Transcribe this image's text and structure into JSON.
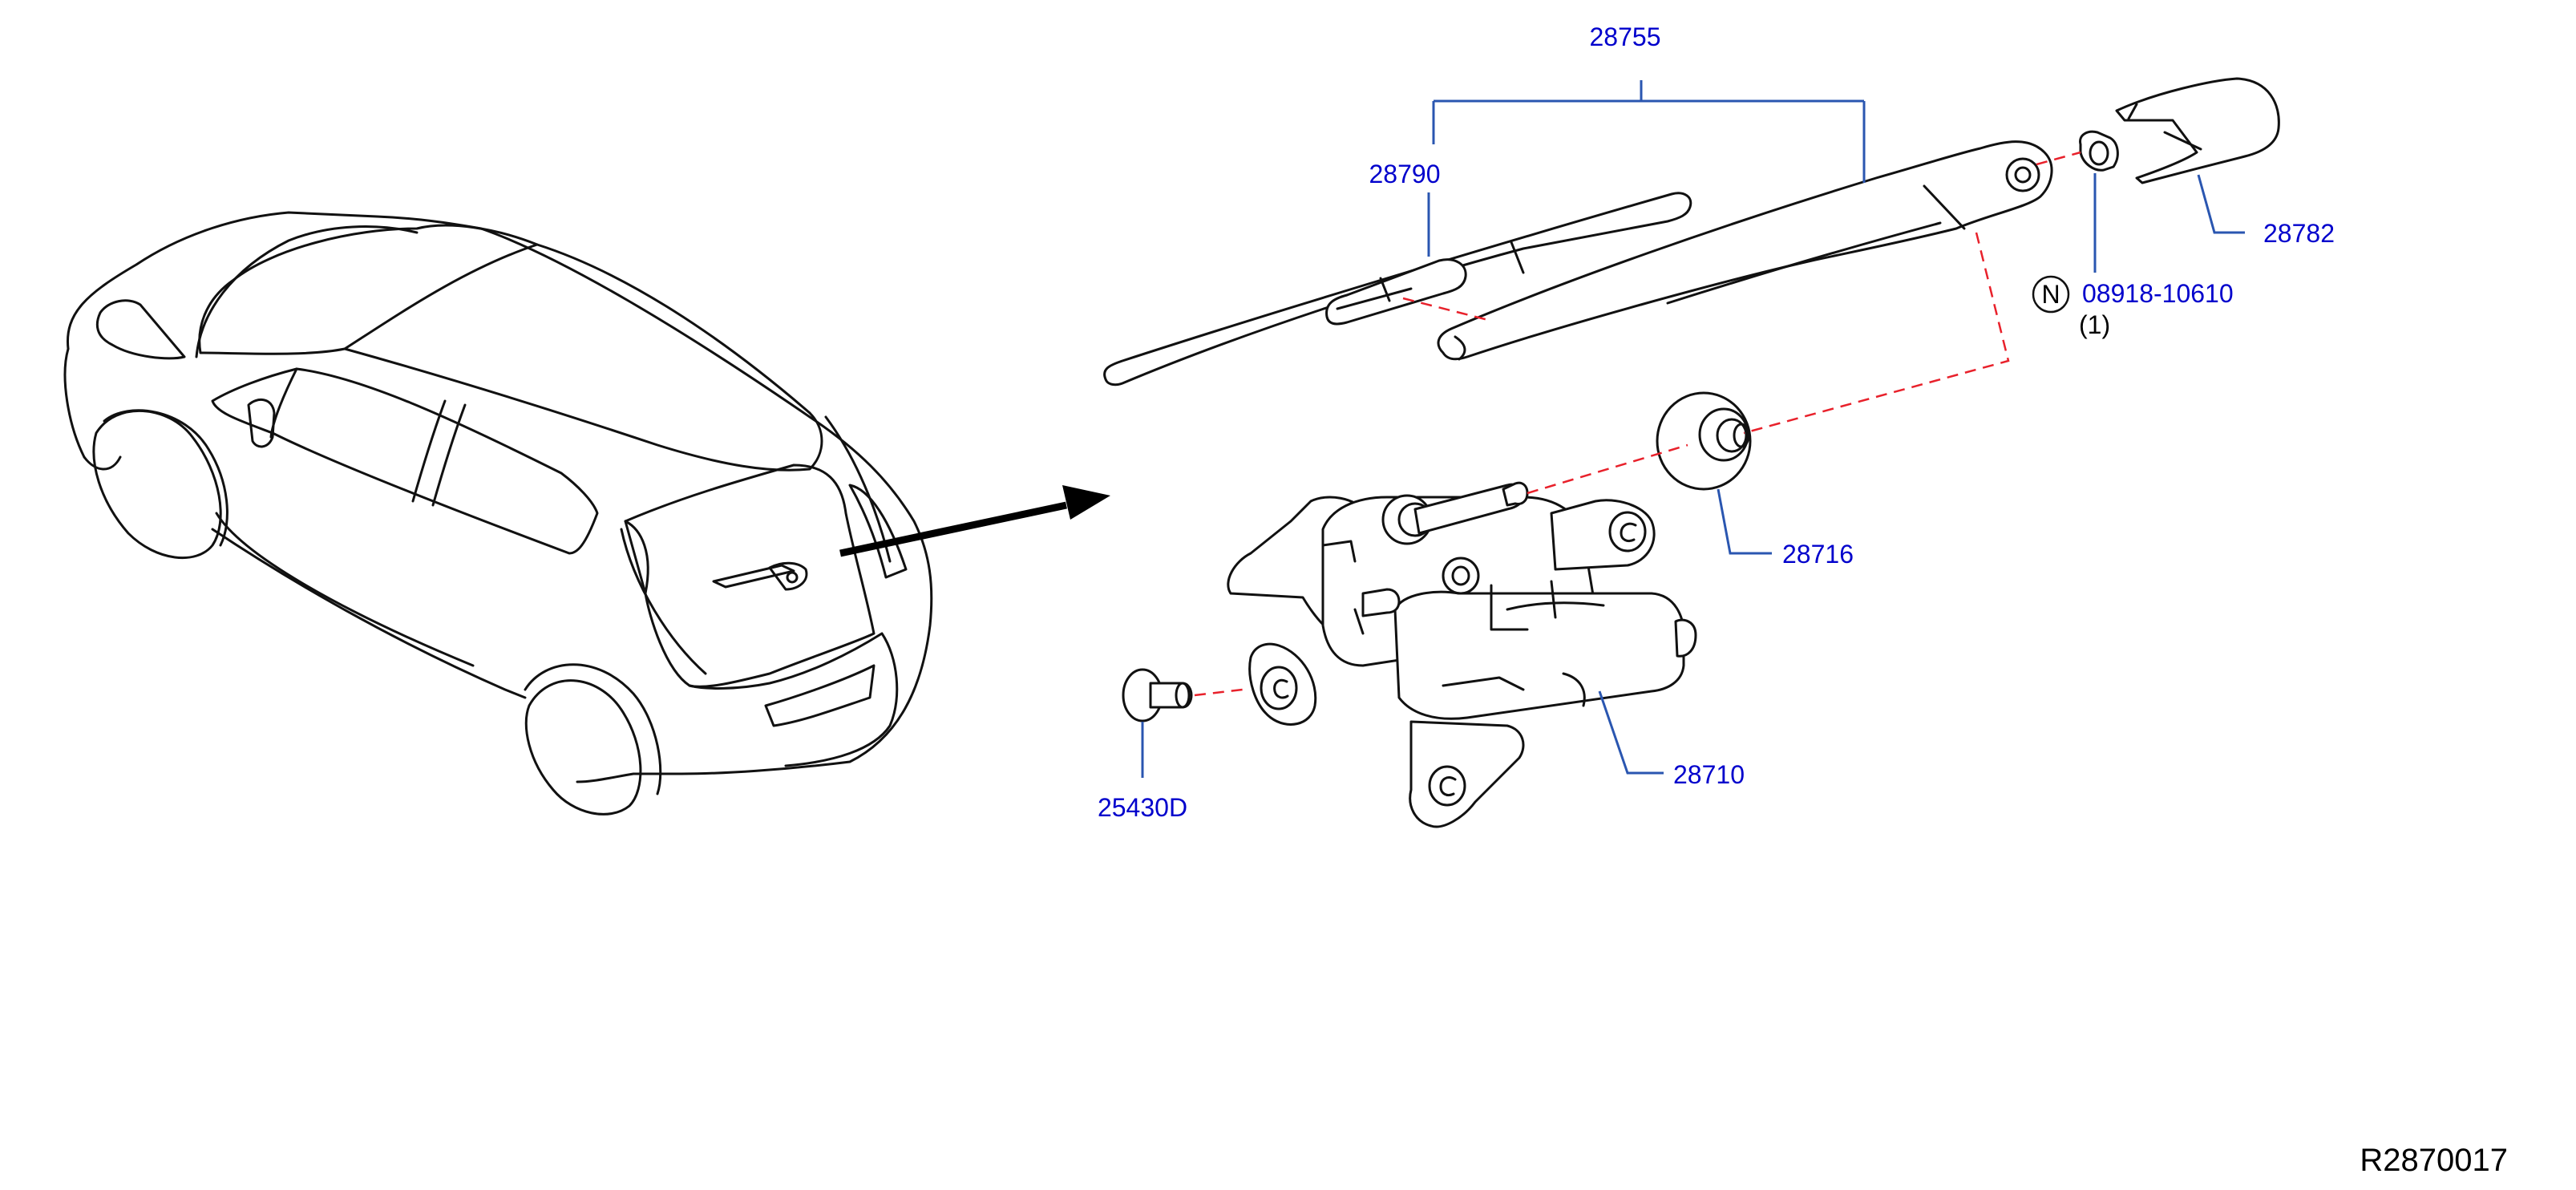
{
  "colors": {
    "label": "#0000cc",
    "leader": "#2a56b0",
    "dashed_connector": "#e8212b",
    "outline": "#111111"
  },
  "labels": {
    "arm_assembly": "28755",
    "blade": "28790",
    "arm_cap": "28782",
    "nut_symbol": "N",
    "nut": "08918-10610",
    "nut_qty": "(1)",
    "grommet": "28716",
    "motor": "28710",
    "bolt": "25430D"
  },
  "diagram_code": "R2870017"
}
